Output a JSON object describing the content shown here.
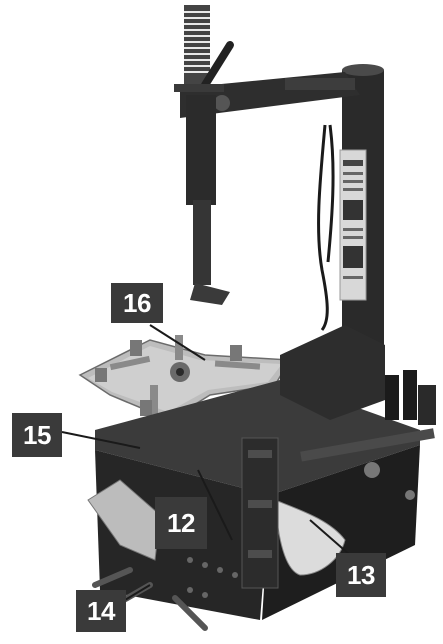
{
  "callouts": [
    {
      "id": "16",
      "label": "16"
    },
    {
      "id": "15",
      "label": "15"
    },
    {
      "id": "12",
      "label": "12"
    },
    {
      "id": "13",
      "label": "13"
    },
    {
      "id": "14",
      "label": "14"
    }
  ],
  "colors": {
    "callout_bg": "#3a3a3a",
    "callout_text": "#ffffff",
    "machine_dark": "#2b2b2b",
    "machine_mid": "#555555",
    "turntable": "#bdbdbd"
  }
}
